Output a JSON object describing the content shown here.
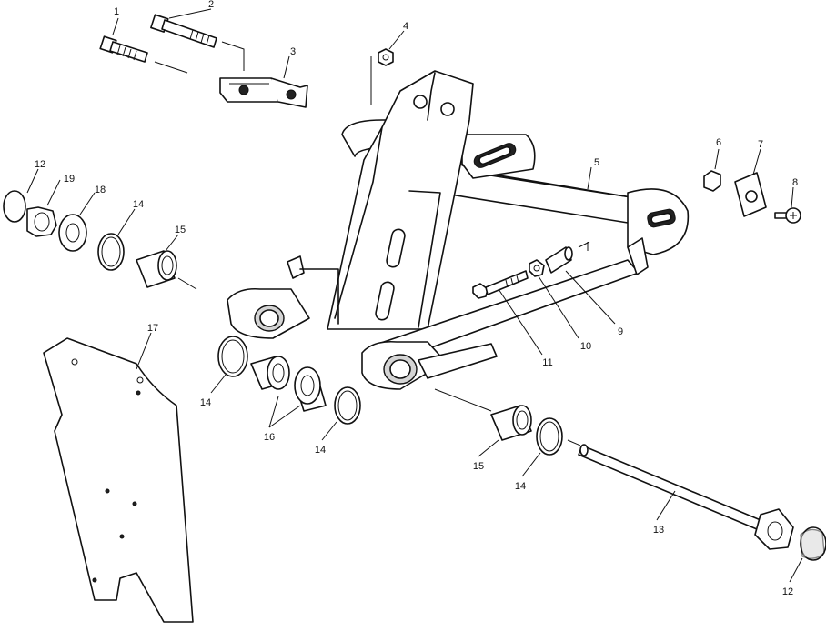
{
  "callouts": [
    {
      "id": "c1",
      "text": "1"
    },
    {
      "id": "c2",
      "text": "2"
    },
    {
      "id": "c3",
      "text": "3"
    },
    {
      "id": "c4",
      "text": "4"
    },
    {
      "id": "c5",
      "text": "5"
    },
    {
      "id": "c6",
      "text": "6"
    },
    {
      "id": "c7",
      "text": "7"
    },
    {
      "id": "c8",
      "text": "8"
    },
    {
      "id": "c9",
      "text": "9"
    },
    {
      "id": "c10",
      "text": "10"
    },
    {
      "id": "c11",
      "text": "11"
    },
    {
      "id": "c12a",
      "text": "12"
    },
    {
      "id": "c19",
      "text": "19"
    },
    {
      "id": "c18",
      "text": "18"
    },
    {
      "id": "c14a",
      "text": "14"
    },
    {
      "id": "c15a",
      "text": "15"
    },
    {
      "id": "c17",
      "text": "17"
    },
    {
      "id": "c14b",
      "text": "14"
    },
    {
      "id": "c16",
      "text": "16"
    },
    {
      "id": "c14c",
      "text": "14"
    },
    {
      "id": "c15b",
      "text": "15"
    },
    {
      "id": "c14d",
      "text": "14"
    },
    {
      "id": "c13",
      "text": "13"
    },
    {
      "id": "c12b",
      "text": "12"
    }
  ]
}
